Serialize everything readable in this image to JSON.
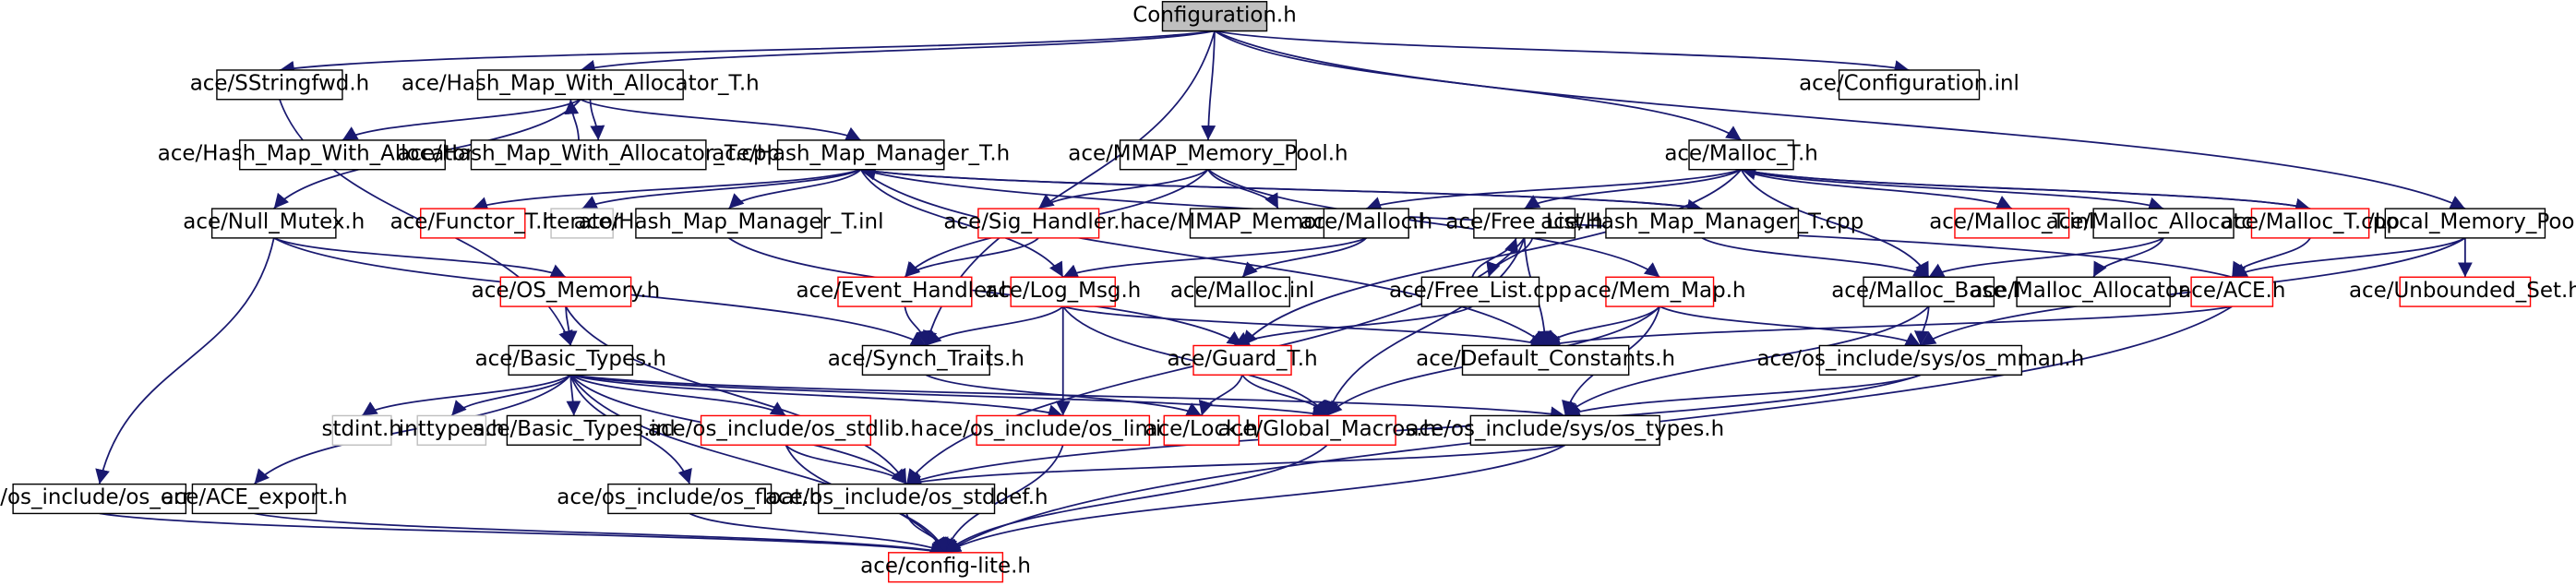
{
  "colors": {
    "edge": "#191970",
    "box_normal": "#000000",
    "box_external": "#ff0000",
    "box_ghost": "#bfbfbf",
    "root_fill": "#bfbfbf"
  },
  "nodes": [
    {
      "id": "configuration_h",
      "label": "Configuration.h",
      "kind": "root"
    },
    {
      "id": "sstringfwd",
      "label": "ace/SStringfwd.h",
      "kind": "normal"
    },
    {
      "id": "hash_map_with_alloc_h",
      "label": "ace/Hash_Map_With_Allocator_T.h",
      "kind": "normal"
    },
    {
      "id": "configuration_inl",
      "label": "ace/Configuration.inl",
      "kind": "normal"
    },
    {
      "id": "hash_map_with_alloc_inl",
      "label": "ace/Hash_Map_With_Allocator_T.inl",
      "kind": "normal"
    },
    {
      "id": "hash_map_with_alloc_cpp",
      "label": "ace/Hash_Map_With_Allocator_T.cpp",
      "kind": "normal"
    },
    {
      "id": "hash_map_manager_h",
      "label": "ace/Hash_Map_Manager_T.h",
      "kind": "normal"
    },
    {
      "id": "mmap_memory_pool_h",
      "label": "ace/MMAP_Memory_Pool.h",
      "kind": "normal"
    },
    {
      "id": "malloc_t_h",
      "label": "ace/Malloc_T.h",
      "kind": "normal"
    },
    {
      "id": "local_memory_pool_h",
      "label": "ace/Local_Memory_Pool.h",
      "kind": "normal"
    },
    {
      "id": "null_mutex_h",
      "label": "ace/Null_Mutex.h",
      "kind": "normal"
    },
    {
      "id": "functor_t_h",
      "label": "ace/Functor_T.h",
      "kind": "external"
    },
    {
      "id": "iterator",
      "label": "iterator",
      "kind": "ghost"
    },
    {
      "id": "hash_map_manager_inl",
      "label": "ace/Hash_Map_Manager_T.inl",
      "kind": "normal"
    },
    {
      "id": "sig_handler_h",
      "label": "ace/Sig_Handler.h",
      "kind": "external"
    },
    {
      "id": "mmap_memory_pool_inl",
      "label": "ace/MMAP_Memory_Pool.inl",
      "kind": "normal"
    },
    {
      "id": "malloc_h",
      "label": "ace/Malloc.h",
      "kind": "normal"
    },
    {
      "id": "free_list_h",
      "label": "ace/Free_List.h",
      "kind": "normal"
    },
    {
      "id": "hash_map_manager_cpp",
      "label": "ace/Hash_Map_Manager_T.cpp",
      "kind": "normal"
    },
    {
      "id": "malloc_t_inl",
      "label": "ace/Malloc_T.inl",
      "kind": "external"
    },
    {
      "id": "malloc_allocator_h",
      "label": "ace/Malloc_Allocator.h",
      "kind": "normal"
    },
    {
      "id": "malloc_t_cpp",
      "label": "ace/Malloc_T.cpp",
      "kind": "external"
    },
    {
      "id": "unbounded_set_h",
      "label": "ace/Unbounded_Set.h",
      "kind": "external"
    },
    {
      "id": "os_memory_h",
      "label": "ace/OS_Memory.h",
      "kind": "external"
    },
    {
      "id": "event_handler_h",
      "label": "ace/Event_Handler.h",
      "kind": "external"
    },
    {
      "id": "log_msg_h",
      "label": "ace/Log_Msg.h",
      "kind": "external"
    },
    {
      "id": "malloc_inl",
      "label": "ace/Malloc.inl",
      "kind": "normal"
    },
    {
      "id": "free_list_cpp",
      "label": "ace/Free_List.cpp",
      "kind": "normal"
    },
    {
      "id": "mem_map_h",
      "label": "ace/Mem_Map.h",
      "kind": "external"
    },
    {
      "id": "malloc_base_h",
      "label": "ace/Malloc_Base.h",
      "kind": "normal"
    },
    {
      "id": "malloc_allocator_inl",
      "label": "ace/Malloc_Allocator.inl",
      "kind": "normal"
    },
    {
      "id": "ace_h",
      "label": "ace/ACE.h",
      "kind": "external"
    },
    {
      "id": "basic_types_h",
      "label": "ace/Basic_Types.h",
      "kind": "normal"
    },
    {
      "id": "synch_traits_h",
      "label": "ace/Synch_Traits.h",
      "kind": "normal"
    },
    {
      "id": "guard_t_h",
      "label": "ace/Guard_T.h",
      "kind": "external"
    },
    {
      "id": "default_constants_h",
      "label": "ace/Default_Constants.h",
      "kind": "normal"
    },
    {
      "id": "os_mman_h",
      "label": "ace/os_include/sys/os_mman.h",
      "kind": "normal"
    },
    {
      "id": "stdint_h",
      "label": "stdint.h",
      "kind": "ghost"
    },
    {
      "id": "inttypes_h",
      "label": "inttypes.h",
      "kind": "ghost"
    },
    {
      "id": "basic_types_inl",
      "label": "ace/Basic_Types.inl",
      "kind": "normal"
    },
    {
      "id": "os_stdlib_h",
      "label": "ace/os_include/os_stdlib.h",
      "kind": "external"
    },
    {
      "id": "os_limits_h",
      "label": "ace/os_include/os_limits.h",
      "kind": "external"
    },
    {
      "id": "lock_h",
      "label": "ace/Lock.h",
      "kind": "external"
    },
    {
      "id": "global_macros_h",
      "label": "ace/Global_Macros.h",
      "kind": "external"
    },
    {
      "id": "os_types_h",
      "label": "ace/os_include/sys/os_types.h",
      "kind": "normal"
    },
    {
      "id": "os_errno_h",
      "label": "ace/os_include/os_errno.h",
      "kind": "normal"
    },
    {
      "id": "ace_export_h",
      "label": "ace/ACE_export.h",
      "kind": "normal"
    },
    {
      "id": "os_float_h",
      "label": "ace/os_include/os_float.h",
      "kind": "normal"
    },
    {
      "id": "os_stddef_h",
      "label": "ace/os_include/os_stddef.h",
      "kind": "normal"
    },
    {
      "id": "config_lite_h",
      "label": "ace/config-lite.h",
      "kind": "external"
    }
  ],
  "edges": [
    [
      "configuration_h",
      "sstringfwd"
    ],
    [
      "configuration_h",
      "hash_map_with_alloc_h"
    ],
    [
      "configuration_h",
      "configuration_inl"
    ],
    [
      "configuration_h",
      "mmap_memory_pool_h"
    ],
    [
      "configuration_h",
      "malloc_t_h"
    ],
    [
      "configuration_h",
      "local_memory_pool_h"
    ],
    [
      "configuration_h",
      "synch_traits_h"
    ],
    [
      "sstringfwd",
      "basic_types_h"
    ],
    [
      "hash_map_with_alloc_h",
      "hash_map_with_alloc_inl"
    ],
    [
      "hash_map_with_alloc_h",
      "hash_map_with_alloc_cpp"
    ],
    [
      "hash_map_with_alloc_cpp",
      "hash_map_with_alloc_h"
    ],
    [
      "hash_map_with_alloc_h",
      "hash_map_manager_h"
    ],
    [
      "hash_map_with_alloc_h",
      "null_mutex_h"
    ],
    [
      "hash_map_manager_h",
      "functor_t_h"
    ],
    [
      "hash_map_manager_h",
      "iterator"
    ],
    [
      "hash_map_manager_h",
      "hash_map_manager_inl"
    ],
    [
      "hash_map_manager_h",
      "hash_map_manager_cpp"
    ],
    [
      "hash_map_manager_h",
      "log_msg_h"
    ],
    [
      "hash_map_manager_h",
      "default_constants_h"
    ],
    [
      "hash_map_manager_cpp",
      "hash_map_manager_h"
    ],
    [
      "hash_map_manager_inl",
      "guard_t_h"
    ],
    [
      "mmap_memory_pool_h",
      "sig_handler_h"
    ],
    [
      "mmap_memory_pool_h",
      "mmap_memory_pool_inl"
    ],
    [
      "mmap_memory_pool_h",
      "event_handler_h"
    ],
    [
      "mmap_memory_pool_h",
      "mem_map_h"
    ],
    [
      "sig_handler_h",
      "event_handler_h"
    ],
    [
      "malloc_t_h",
      "malloc_h"
    ],
    [
      "malloc_t_h",
      "free_list_h"
    ],
    [
      "malloc_t_h",
      "malloc_t_inl"
    ],
    [
      "malloc_t_h",
      "malloc_allocator_h"
    ],
    [
      "malloc_t_h",
      "malloc_t_cpp"
    ],
    [
      "malloc_t_h",
      "malloc_base_h"
    ],
    [
      "malloc_t_h",
      "guard_t_h"
    ],
    [
      "malloc_t_cpp",
      "malloc_t_h"
    ],
    [
      "malloc_t_cpp",
      "ace_h"
    ],
    [
      "ace_h",
      "hash_map_manager_h"
    ],
    [
      "malloc_h",
      "malloc_inl"
    ],
    [
      "malloc_h",
      "log_msg_h"
    ],
    [
      "free_list_h",
      "free_list_cpp"
    ],
    [
      "free_list_cpp",
      "free_list_h"
    ],
    [
      "free_list_h",
      "default_constants_h"
    ],
    [
      "free_list_h",
      "global_macros_h"
    ],
    [
      "free_list_h",
      "os_stddef_h"
    ],
    [
      "free_list_cpp",
      "guard_t_h"
    ],
    [
      "hash_map_manager_cpp",
      "malloc_base_h"
    ],
    [
      "malloc_allocator_h",
      "malloc_base_h"
    ],
    [
      "malloc_allocator_h",
      "malloc_allocator_inl"
    ],
    [
      "local_memory_pool_h",
      "ace_h"
    ],
    [
      "local_memory_pool_h",
      "unbounded_set_h"
    ],
    [
      "local_memory_pool_h",
      "os_mman_h"
    ],
    [
      "ace_h",
      "default_constants_h"
    ],
    [
      "ace_h",
      "config_lite_h"
    ],
    [
      "null_mutex_h",
      "os_memory_h"
    ],
    [
      "null_mutex_h",
      "os_errno_h"
    ],
    [
      "null_mutex_h",
      "synch_traits_h"
    ],
    [
      "os_memory_h",
      "basic_types_h"
    ],
    [
      "os_memory_h",
      "os_stddef_h"
    ],
    [
      "event_handler_h",
      "synch_traits_h"
    ],
    [
      "log_msg_h",
      "synch_traits_h"
    ],
    [
      "log_msg_h",
      "default_constants_h"
    ],
    [
      "log_msg_h",
      "os_limits_h"
    ],
    [
      "log_msg_h",
      "global_macros_h"
    ],
    [
      "mem_map_h",
      "default_constants_h"
    ],
    [
      "mem_map_h",
      "global_macros_h"
    ],
    [
      "mem_map_h",
      "os_mman_h"
    ],
    [
      "mem_map_h",
      "os_types_h"
    ],
    [
      "malloc_base_h",
      "os_mman_h"
    ],
    [
      "malloc_base_h",
      "os_types_h"
    ],
    [
      "guard_t_h",
      "lock_h"
    ],
    [
      "guard_t_h",
      "global_macros_h"
    ],
    [
      "synch_traits_h",
      "lock_h"
    ],
    [
      "os_mman_h",
      "os_types_h"
    ],
    [
      "os_mman_h",
      "os_stddef_h"
    ],
    [
      "os_types_h",
      "os_stddef_h"
    ],
    [
      "os_types_h",
      "config_lite_h"
    ],
    [
      "basic_types_h",
      "stdint_h"
    ],
    [
      "basic_types_h",
      "inttypes_h"
    ],
    [
      "basic_types_h",
      "basic_types_inl"
    ],
    [
      "basic_types_h",
      "ace_export_h"
    ],
    [
      "basic_types_h",
      "os_stdlib_h"
    ],
    [
      "basic_types_h",
      "os_float_h"
    ],
    [
      "basic_types_h",
      "os_limits_h"
    ],
    [
      "basic_types_h",
      "global_macros_h"
    ],
    [
      "basic_types_h",
      "os_types_h"
    ],
    [
      "basic_types_h",
      "os_stddef_h"
    ],
    [
      "basic_types_h",
      "config_lite_h"
    ],
    [
      "os_stdlib_h",
      "os_stddef_h"
    ],
    [
      "os_stdlib_h",
      "config_lite_h"
    ],
    [
      "os_limits_h",
      "config_lite_h"
    ],
    [
      "global_macros_h",
      "config_lite_h"
    ],
    [
      "os_errno_h",
      "config_lite_h"
    ],
    [
      "ace_export_h",
      "config_lite_h"
    ],
    [
      "os_float_h",
      "config_lite_h"
    ],
    [
      "os_stddef_h",
      "config_lite_h"
    ]
  ]
}
